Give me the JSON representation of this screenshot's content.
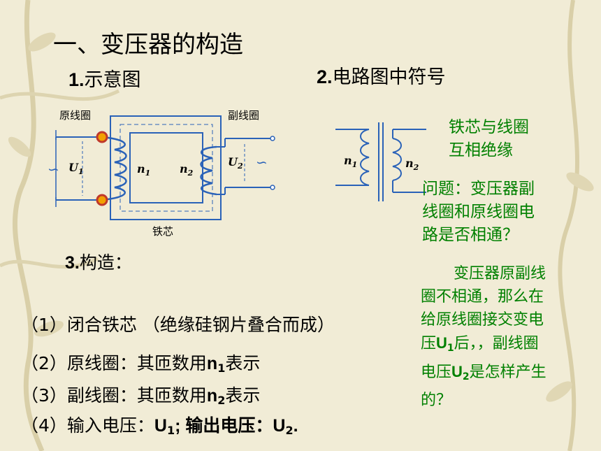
{
  "slide": {
    "title": "一、变压器的构造",
    "section1": "示意图",
    "section1_num": "1.",
    "section2_num": "2.",
    "section2": "电路图中符号",
    "section3_num": "3.",
    "section3": "构造："
  },
  "schematic": {
    "primary_coil": "原线圈",
    "secondary_coil": "副线圈",
    "core": "铁芯",
    "ac_symbol": "∽",
    "u1": "U",
    "u1_sub": "1",
    "u2": "U",
    "u2_sub": "2",
    "n1": "n",
    "n1_sub": "1",
    "n2": "n",
    "n2_sub": "2"
  },
  "symbol": {
    "n1": "n",
    "n1_sub": "1",
    "n2": "n",
    "n2_sub": "2"
  },
  "notes": {
    "insulation_line1": "铁芯与线圈",
    "insulation_line2": "互相绝缘",
    "question_line1": "问题：变压器副",
    "question_line2": "线圈和原线圈电",
    "question_line3": "路是否相通？",
    "answer_line1": "变压器原副线",
    "answer_line2": "圈不相通，那么在",
    "answer_line3": "给原线圈接交变电",
    "answer_line4a": "压",
    "answer_line4b": "U",
    "answer_line4c": "1",
    "answer_line4d": "后，，副线圈",
    "answer_line5a": "电压",
    "answer_line5b": "U",
    "answer_line5c": "2",
    "answer_line5d": "是怎样产生",
    "answer_line6": "的？"
  },
  "items": [
    {
      "paren": "（1）",
      "text": "闭合铁芯 （绝缘硅钢片叠合而成）"
    },
    {
      "paren": "（2）",
      "text": "原线圈：其匝数用",
      "var": "n",
      "sub": "1",
      "tail": "表示"
    },
    {
      "paren": "（3）",
      "text": "副线圈：其匝数用",
      "var": "n",
      "sub": "2",
      "tail": "表示"
    },
    {
      "paren": "（4）",
      "text": "输入电压：",
      "var": "U",
      "sub": "1",
      "tail": ";  输出电压：",
      "var2": "U",
      "sub2": "2",
      "tail2": "."
    }
  ],
  "colors": {
    "diagram_blue": "#2a62b8",
    "note_green": "#008000",
    "background": "#f1ecd6"
  }
}
